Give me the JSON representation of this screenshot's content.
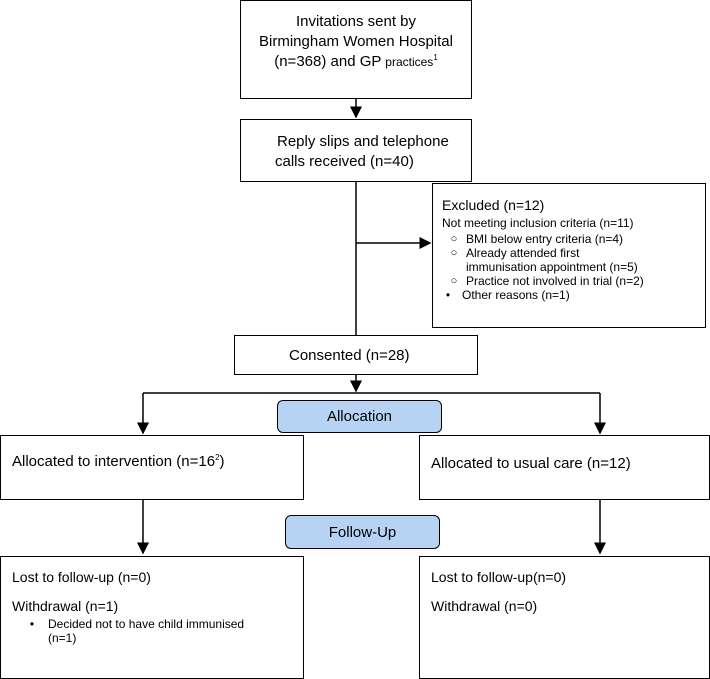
{
  "invitations": {
    "line1": "Invitations sent by",
    "line2": "Birmingham Women Hospital",
    "line3a": "(n=368) and GP ",
    "line3b": "practices",
    "line3sup": "1"
  },
  "replies": {
    "line1": "Reply slips and telephone",
    "line2": "calls received (n=40)"
  },
  "excluded": {
    "title": "Excluded (n=12)",
    "subtitle": "Not meeting inclusion criteria (n=11)",
    "items": [
      "BMI below entry criteria (n=4)",
      "Already attended first immunisation appointment (n=5)",
      "Practice not involved in trial (n=2)"
    ],
    "other": "Other reasons (n=1)"
  },
  "consented": {
    "label": "Consented (n=28)"
  },
  "allocation": {
    "label": "Allocation"
  },
  "intervention": {
    "label": "Allocated to intervention (n=16",
    "sup": "2",
    "close": ")"
  },
  "usual_care": {
    "label": "Allocated to usual care (n=12)"
  },
  "followup": {
    "label": "Follow-Up"
  },
  "left_followup": {
    "lost": "Lost to follow-up (n=0)",
    "withdrawal": "Withdrawal (n=1)",
    "reason": "Decided not to have child immunised (n=1)"
  },
  "right_followup": {
    "lost": "Lost to follow-up(n=0)",
    "withdrawal": "Withdrawal (n=0)"
  },
  "colors": {
    "stage_fill": "#b7d3f4"
  }
}
